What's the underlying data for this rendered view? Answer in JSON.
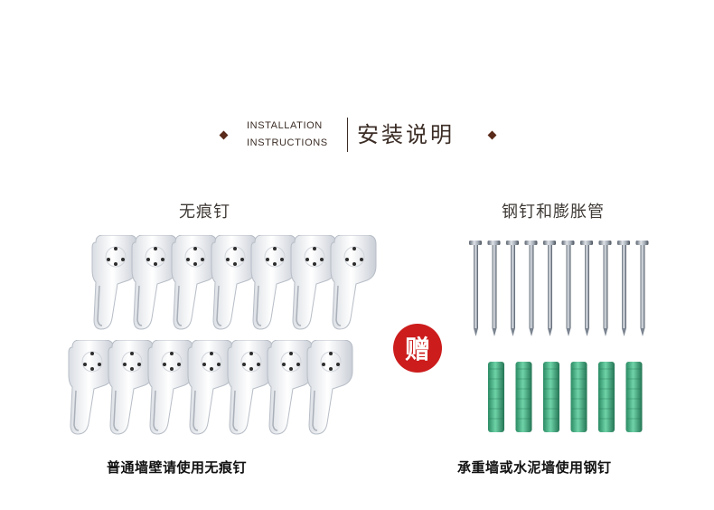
{
  "header": {
    "en_line1": "INSTALLATION",
    "en_line2": "INSTRUCTIONS",
    "cn_title": "安装说明"
  },
  "left_panel": {
    "title": "无痕钉",
    "caption": "普通墙壁请使用无痕钉",
    "hook_rows": [
      7,
      7
    ],
    "hook_icon": "white-plastic-wall-hook"
  },
  "gift_badge": {
    "label": "赠",
    "color": "#cc1c1c"
  },
  "right_panel": {
    "title": "钢钉和膨胀管",
    "caption": "承重墙或水泥墙使用钢钉",
    "nail_count": 10,
    "anchor_count": 6,
    "nail_icon": "steel-nail",
    "anchor_icon": "green-expansion-anchor",
    "anchor_color": "#3aaa80"
  },
  "colors": {
    "diamond": "#5a2a1a",
    "title_text": "#3b2d26"
  }
}
